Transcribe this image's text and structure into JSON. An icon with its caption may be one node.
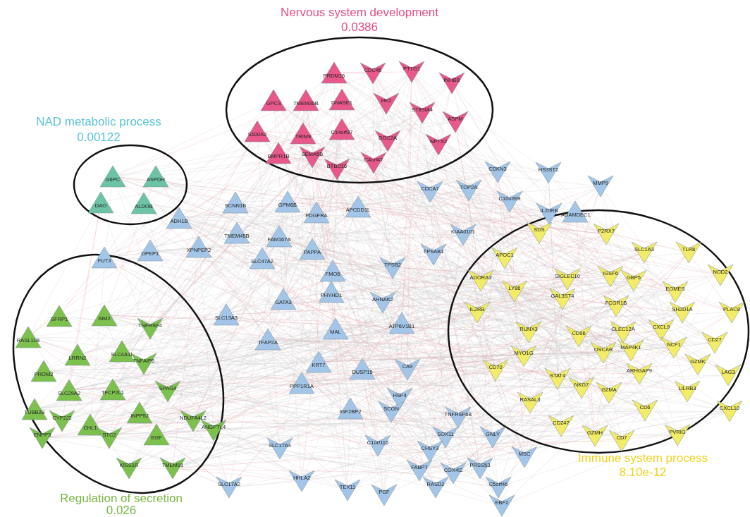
{
  "diagram": {
    "nodes": [
      {
        "text": [
          "Nervous system development",
          "0.0386"
        ]
      },
      {
        "text": [
          "PRDM16"
        ],
        "in": 0
      },
      {
        "text": [
          "CDC45"
        ],
        "in": 0
      },
      {
        "text": [
          "PTTG1"
        ],
        "in": 0
      },
      {
        "text": [
          "INHBB"
        ],
        "in": 0
      },
      {
        "text": [
          "GPC3"
        ],
        "in": 0
      },
      {
        "text": [
          "TMEM30B"
        ],
        "in": 0
      },
      {
        "text": [
          "DNASE1"
        ],
        "in": 0
      },
      {
        "text": [
          "HK2"
        ],
        "in": 0
      },
      {
        "text": [
          "ST8SIA4"
        ],
        "in": 0
      },
      {
        "text": [
          "ASPM"
        ],
        "in": 0
      },
      {
        "text": [
          "S100A2"
        ],
        "in": 0
      },
      {
        "text": [
          "TRIM9"
        ],
        "in": 0
      },
      {
        "text": [
          "C14orf37"
        ],
        "in": 0
      },
      {
        "text": [
          "DOC2A"
        ],
        "in": 0
      },
      {
        "text": [
          "NPTX2"
        ],
        "in": 0
      },
      {
        "text": [
          "BMPR1B"
        ],
        "in": 0
      },
      {
        "text": [
          "SEMA5B"
        ],
        "in": 0
      },
      {
        "text": [
          "C4orf47"
        ],
        "in": 0
      },
      {
        "text": [
          "BTBD16"
        ],
        "in": 0
      },
      {
        "text": [
          "NAD metabolic process",
          "0.00122"
        ]
      },
      {
        "text": [
          "G6PC"
        ],
        "in": 20
      },
      {
        "text": [
          "ASPDH"
        ],
        "in": 20
      },
      {
        "text": [
          "DAO"
        ],
        "in": 20
      },
      {
        "text": [
          "ALDOB"
        ],
        "in": 20
      },
      {
        "text": [
          "Regulation of secretion",
          "0.026"
        ]
      },
      {
        "text": [
          "SFRP1"
        ],
        "in": 25
      },
      {
        "text": [
          "SIM2"
        ],
        "in": 25
      },
      {
        "text": [
          "TNFRSF4"
        ],
        "in": 25
      },
      {
        "text": [
          "RASL11B"
        ],
        "in": 25
      },
      {
        "text": [
          "LRRN2"
        ],
        "in": 25
      },
      {
        "text": [
          "SLC4A11"
        ],
        "in": 25
      },
      {
        "text": [
          "TNFAIP6"
        ],
        "in": 25
      },
      {
        "text": [
          "PROM2"
        ],
        "in": 25
      },
      {
        "text": [
          "SLC29A2"
        ],
        "in": 25
      },
      {
        "text": [
          "TFCP2L1"
        ],
        "in": 25
      },
      {
        "text": [
          "SPAG4"
        ],
        "in": 25
      },
      {
        "text": [
          "TUBB2B"
        ],
        "in": 25
      },
      {
        "text": [
          "INPP5J"
        ],
        "in": 25
      },
      {
        "text": [
          "NDUFA4L2"
        ],
        "in": 25
      },
      {
        "text": [
          "CYP2J2"
        ],
        "in": 25
      },
      {
        "text": [
          "CHL1"
        ],
        "in": 25
      },
      {
        "text": [
          "ENPP3"
        ],
        "in": 25
      },
      {
        "text": [
          "STC2"
        ],
        "in": 25
      },
      {
        "text": [
          "EGF"
        ],
        "in": 25
      },
      {
        "text": [
          "ANGPTL4"
        ],
        "in": 25
      },
      {
        "text": [
          "KISS1R"
        ],
        "in": 25
      },
      {
        "text": [
          "TMEM91"
        ],
        "in": 25
      },
      {
        "text": [
          "Immune system process",
          "8.10e-12"
        ]
      },
      {
        "text": [
          "SDS"
        ],
        "in": 48
      },
      {
        "text": [
          "P2RX7"
        ],
        "in": 48
      },
      {
        "text": [
          "APOC1"
        ],
        "in": 48
      },
      {
        "text": [
          "SLC1A3"
        ],
        "in": 48
      },
      {
        "text": [
          "TLR8"
        ],
        "in": 48
      },
      {
        "text": [
          "SIGLEC10"
        ],
        "in": 48
      },
      {
        "text": [
          "IGSF6"
        ],
        "in": 48
      },
      {
        "text": [
          "ADORA3"
        ],
        "in": 48
      },
      {
        "text": [
          "GBP5"
        ],
        "in": 48
      },
      {
        "text": [
          "NOD2"
        ],
        "in": 48
      },
      {
        "text": [
          "EOMES"
        ],
        "in": 48
      },
      {
        "text": [
          "LY86"
        ],
        "in": 48
      },
      {
        "text": [
          "GAL3ST4"
        ],
        "in": 48
      },
      {
        "text": [
          "FCGR1B"
        ],
        "in": 48
      },
      {
        "text": [
          "SH2D1A"
        ],
        "in": 48
      },
      {
        "text": [
          "PLAC8"
        ],
        "in": 48
      },
      {
        "text": [
          "IL2RB"
        ],
        "in": 48
      },
      {
        "text": [
          "RUNX3"
        ],
        "in": 48
      },
      {
        "text": [
          "CLEC12A"
        ],
        "in": 48
      },
      {
        "text": [
          "CXCL9"
        ],
        "in": 48
      },
      {
        "text": [
          "CD96"
        ],
        "in": 48
      },
      {
        "text": [
          "OSCAR"
        ],
        "in": 48
      },
      {
        "text": [
          "MAP4K1"
        ],
        "in": 48
      },
      {
        "text": [
          "NCF1"
        ],
        "in": 48
      },
      {
        "text": [
          "CD27"
        ],
        "in": 48
      },
      {
        "text": [
          "MYO1G"
        ],
        "in": 48
      },
      {
        "text": [
          "GZMK"
        ],
        "in": 48
      },
      {
        "text": [
          "LAG3"
        ],
        "in": 48
      },
      {
        "text": [
          "CD70"
        ],
        "in": 48
      },
      {
        "text": [
          "ARHGAP9"
        ],
        "in": 48
      },
      {
        "text": [
          "STAT4"
        ],
        "in": 48
      },
      {
        "text": [
          "NKG7"
        ],
        "in": 48
      },
      {
        "text": [
          "LILRB3"
        ],
        "in": 48
      },
      {
        "text": [
          "GZMA"
        ],
        "in": 48
      },
      {
        "text": [
          "CXCL10"
        ],
        "in": 48
      },
      {
        "text": [
          "CD6"
        ],
        "in": 48
      },
      {
        "text": [
          "RASAL3"
        ],
        "in": 48
      },
      {
        "text": [
          "CD247"
        ],
        "in": 48
      },
      {
        "text": [
          "GZMH"
        ],
        "in": 48
      },
      {
        "text": [
          "PVRIG"
        ],
        "in": 48
      },
      {
        "text": [
          "CD7"
        ],
        "in": 48
      },
      {
        "text": [
          "CDKN3"
        ]
      },
      {
        "text": [
          "HS3ST2"
        ]
      },
      {
        "text": [
          "MMP9"
        ]
      },
      {
        "text": [
          "TOP2A"
        ]
      },
      {
        "text": [
          "C10orf99"
        ]
      },
      {
        "text": [
          "CDCA7"
        ]
      },
      {
        "text": [
          "IL20RB"
        ]
      },
      {
        "text": [
          "ADAMDEC1"
        ]
      },
      {
        "text": [
          "SCNN1B"
        ]
      },
      {
        "text": [
          "GPM6B"
        ]
      },
      {
        "text": [
          "APCDD1L"
        ]
      },
      {
        "text": [
          "PDGFRA"
        ]
      },
      {
        "text": [
          "ADH1B"
        ]
      },
      {
        "text": [
          "TMEM45B"
        ]
      },
      {
        "text": [
          "KIAA0101"
        ]
      },
      {
        "text": [
          "FAM167A"
        ]
      },
      {
        "text": [
          "PAPPA"
        ]
      },
      {
        "text": [
          "TPSAB1"
        ]
      },
      {
        "text": [
          "XPNPEP2"
        ]
      },
      {
        "text": [
          "DPEP1"
        ]
      },
      {
        "text": [
          "FUT3"
        ]
      },
      {
        "text": [
          "SLC47A2"
        ]
      },
      {
        "text": [
          "TPSB2"
        ]
      },
      {
        "text": [
          "FMO5"
        ]
      },
      {
        "text": [
          "PHYHD1"
        ]
      },
      {
        "text": [
          "GATA3"
        ]
      },
      {
        "text": [
          "AHNAK2"
        ]
      },
      {
        "text": [
          "SLC13A3"
        ]
      },
      {
        "text": [
          "MAL"
        ]
      },
      {
        "text": [
          "ATP6V1B1"
        ]
      },
      {
        "text": [
          "TFAP2A"
        ]
      },
      {
        "text": [
          "KRT7"
        ]
      },
      {
        "text": [
          "DUSP15"
        ]
      },
      {
        "text": [
          "CA9"
        ]
      },
      {
        "text": [
          "PPP1R1A"
        ]
      },
      {
        "text": [
          "HSF4"
        ]
      },
      {
        "text": [
          "IGF2BP2"
        ]
      },
      {
        "text": [
          "SCGN"
        ]
      },
      {
        "text": [
          "TNFRSF6B"
        ]
      },
      {
        "text": [
          "SOX11"
        ]
      },
      {
        "text": [
          "GNLY"
        ]
      },
      {
        "text": [
          "C1orf116"
        ]
      },
      {
        "text": [
          "CHSY3"
        ]
      },
      {
        "text": [
          "SLC17A4"
        ]
      },
      {
        "text": [
          "MSC"
        ]
      },
      {
        "text": [
          "PRSS53"
        ]
      },
      {
        "text": [
          "FABP7"
        ]
      },
      {
        "text": [
          "COX4I2"
        ]
      },
      {
        "text": [
          "C5orf46"
        ]
      },
      {
        "text": [
          "HHLA2"
        ]
      },
      {
        "text": [
          "SLC17A2"
        ]
      },
      {
        "text": [
          "TEX11"
        ]
      },
      {
        "text": [
          "PGF"
        ]
      },
      {
        "text": [
          "RASD2"
        ]
      },
      {
        "text": [
          "EBF2"
        ]
      }
    ]
  }
}
